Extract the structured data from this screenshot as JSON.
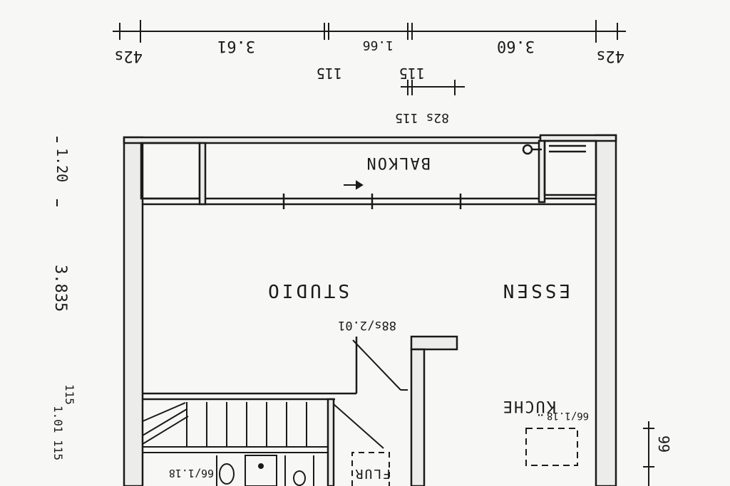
{
  "dimensions": {
    "top_left_small": "42s",
    "left_span": "3.61",
    "mid_small_1": "115",
    "mid_span": "1.66",
    "mid_small_2": "115",
    "right_span": "3.60",
    "top_right_small": "42s",
    "sub_dim": "82s 115",
    "left_balcony_depth": "1.20",
    "left_room_depth": "3.835",
    "left_lower_1": "115",
    "left_lower_2": "1.01 115",
    "right_lower": "99"
  },
  "rooms": {
    "balcony": "BALKON",
    "studio": "STUDIO",
    "dining": "ESSEN",
    "kitchen": "KÜCHE",
    "kitchen_door": "66/1.18",
    "hall": "FLUR",
    "bath_door": "66/1.18",
    "opening": "88s/2.01"
  }
}
